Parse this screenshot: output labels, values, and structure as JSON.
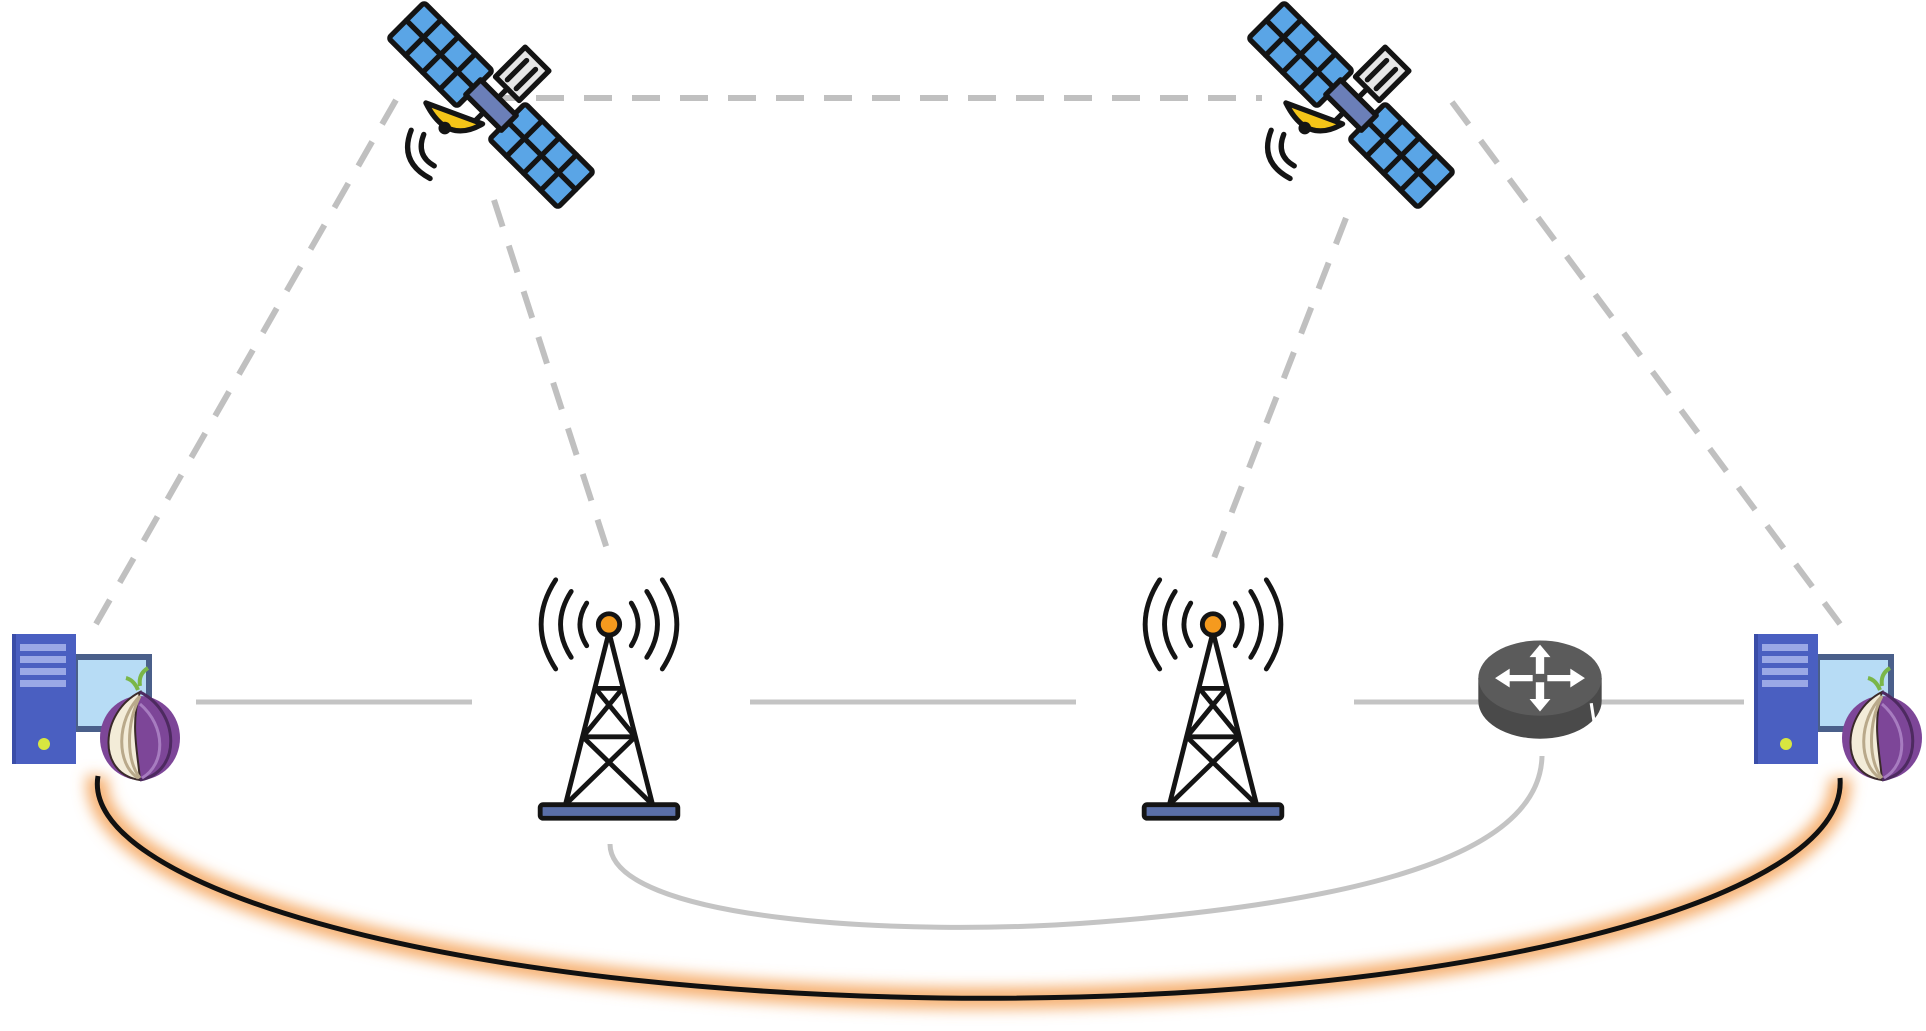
{
  "diagram": {
    "type": "network-topology",
    "nodes": [
      {
        "id": "satellite-left",
        "icon": "satellite-icon"
      },
      {
        "id": "satellite-right",
        "icon": "satellite-icon"
      },
      {
        "id": "tor-host-left",
        "icon": "server-with-tor-onion-icon"
      },
      {
        "id": "cell-tower-left",
        "icon": "cell-tower-icon"
      },
      {
        "id": "cell-tower-right",
        "icon": "cell-tower-icon"
      },
      {
        "id": "router",
        "icon": "router-icon"
      },
      {
        "id": "tor-host-right",
        "icon": "server-with-tor-onion-icon"
      }
    ],
    "links": [
      {
        "from": "satellite-left",
        "to": "satellite-right",
        "style": "dashed"
      },
      {
        "from": "satellite-left",
        "to": "tor-host-left",
        "style": "dashed"
      },
      {
        "from": "satellite-left",
        "to": "cell-tower-left",
        "style": "dashed"
      },
      {
        "from": "satellite-right",
        "to": "cell-tower-right",
        "style": "dashed"
      },
      {
        "from": "satellite-right",
        "to": "tor-host-right",
        "style": "dashed"
      },
      {
        "from": "tor-host-left",
        "to": "cell-tower-left",
        "style": "solid"
      },
      {
        "from": "cell-tower-left",
        "to": "cell-tower-right",
        "style": "solid"
      },
      {
        "from": "cell-tower-right",
        "to": "router",
        "style": "solid"
      },
      {
        "from": "router",
        "to": "tor-host-right",
        "style": "solid"
      },
      {
        "from": "cell-tower-left",
        "to": "router",
        "style": "solid-curve"
      },
      {
        "from": "tor-host-left",
        "to": "tor-host-right",
        "style": "highlighted-curve"
      }
    ],
    "colors": {
      "link": "#c4c4c4",
      "highlight_glow": "#f5a55c",
      "highlight_line": "#111111",
      "satellite_panel": "#5aa5e6",
      "satellite_dish": "#f5c518",
      "server_blue": "#4a5fc1",
      "monitor_screen": "#b7dcf5",
      "tower_beacon": "#f59a1e",
      "tower_base": "#5a6fa8",
      "router_gray": "#5b5b5b",
      "tor_purple": "#7d4698"
    }
  }
}
